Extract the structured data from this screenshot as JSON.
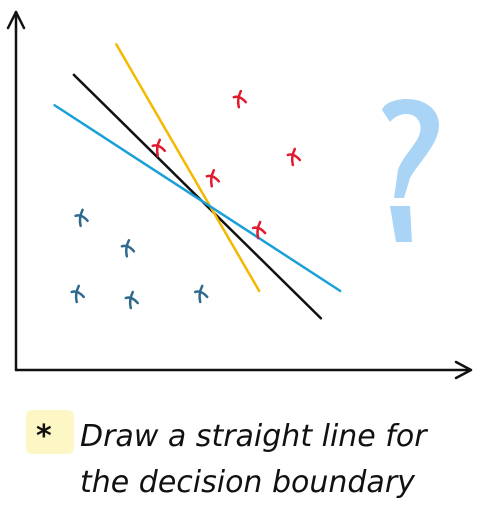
{
  "colors": {
    "axis": "#111111",
    "class_a": "#2e6a8e",
    "class_b": "#e01b2d",
    "line_black": "#111111",
    "line_orange": "#f5b800",
    "line_blue": "#1aa0d8",
    "question": "#a9d4f5",
    "highlight": "#fdf7c6"
  },
  "icons": {
    "question_mark": "question-mark-icon"
  },
  "caption": {
    "bullet": "*",
    "line1": "Draw a straight line for",
    "line2": "the decision boundary"
  },
  "chart_data": {
    "type": "scatter",
    "xlim": [
      0,
      10
    ],
    "ylim": [
      0,
      10
    ],
    "series": [
      {
        "marker": "x",
        "color": "#2e6a8e",
        "points": [
          [
            1.7,
            5.0
          ],
          [
            2.9,
            4.0
          ],
          [
            1.6,
            2.5
          ],
          [
            3.0,
            2.3
          ],
          [
            4.8,
            2.5
          ]
        ]
      },
      {
        "marker": "x",
        "color": "#e01b2d",
        "points": [
          [
            5.8,
            8.9
          ],
          [
            3.7,
            7.3
          ],
          [
            5.1,
            6.3
          ],
          [
            7.2,
            7.0
          ],
          [
            6.3,
            4.6
          ]
        ]
      }
    ],
    "lines": [
      {
        "color": "#111111",
        "from": [
          1.5,
          9.7
        ],
        "to": [
          7.9,
          1.7
        ]
      },
      {
        "color": "#f5b800",
        "from": [
          2.6,
          10.7
        ],
        "to": [
          6.3,
          2.6
        ]
      },
      {
        "color": "#1aa0d8",
        "from": [
          1.0,
          8.7
        ],
        "to": [
          8.4,
          2.6
        ]
      }
    ]
  }
}
